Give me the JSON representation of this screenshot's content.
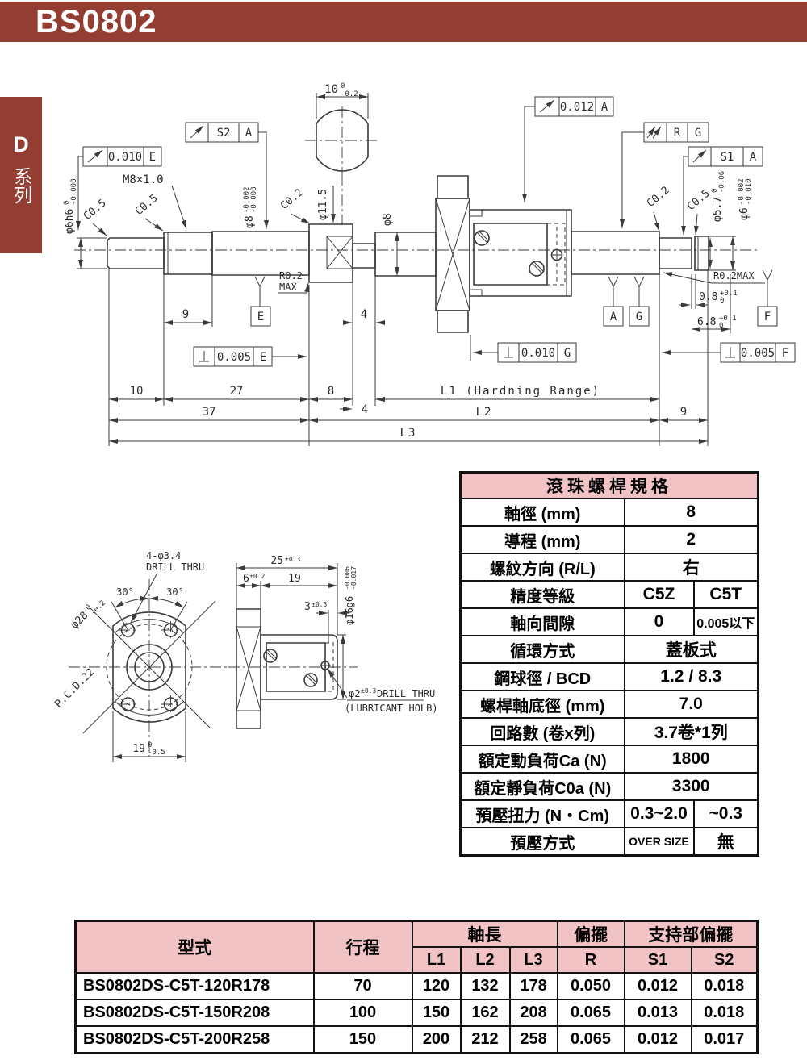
{
  "page": {
    "title": "BS0802",
    "series_tab": {
      "letter": "D",
      "text": "系列"
    }
  },
  "colors": {
    "brand_red": "#943d33",
    "table_header_pink": "#f2c3c5",
    "drawing_line": "#3a3a3a"
  },
  "main_drawing": {
    "flags": {
      "runout_e": {
        "tol": "0.010",
        "datum": "E"
      },
      "s2": {
        "label": "S2",
        "datum": "A"
      },
      "runout_a": {
        "tol": "0.012",
        "datum": "A"
      },
      "total_runout_rg": {
        "label": "R",
        "datum": "G"
      },
      "s1": {
        "label": "S1",
        "datum": "A"
      },
      "perp_e": {
        "tol": "0.005",
        "datum": "E"
      },
      "perp_g": {
        "tol": "0.010",
        "datum": "G"
      },
      "perp_f": {
        "tol": "0.005",
        "datum": "F"
      }
    },
    "labels": {
      "flats_width": {
        "v": "10",
        "tol_top": "0",
        "tol_bot": "-0.2"
      },
      "thread": "M8×1.0",
      "phi6h6": {
        "v": "φ6h6",
        "tol_top": "0",
        "tol_bot": "-0.008"
      },
      "c05_a": "C0.5",
      "c05_b": "C0.5",
      "c05_c": "C0.5",
      "c02_a": "C0.2",
      "c02_b": "C0.2",
      "phi8_tol": {
        "v": "φ8",
        "tol_top": "-0.002",
        "tol_bot": "-0.008"
      },
      "phi115": "φ11.5",
      "phi8": "φ8",
      "phi57": {
        "v": "φ5.7",
        "tol_top": "0",
        "tol_bot": "-0.06"
      },
      "phi6": {
        "v": "φ6",
        "tol_top": "-0.002",
        "tol_bot": "-0.010"
      },
      "r02_line1": "R0.2",
      "r02_line2": "MAX",
      "r02_right": "R0.2MAX",
      "len08": {
        "v": "0.8",
        "tol_top": "+0.1",
        "tol_bot": "0"
      },
      "len68": {
        "v": "6.8",
        "tol_top": "+0.1",
        "tol_bot": "0"
      }
    },
    "datums": {
      "e": "E",
      "a": "A",
      "g": "G",
      "f": "F"
    },
    "dims": {
      "d9": "9",
      "d4a": "4",
      "d10": "10",
      "d27": "27",
      "d8": "8",
      "d4b": "4",
      "l1": "L1 (Hardning Range)",
      "d37": "37",
      "l2": "L2",
      "d9r": "9",
      "l3": "L3"
    }
  },
  "detail_drawing": {
    "flange": {
      "holes_line1": "4-φ3.4",
      "holes_line2": "DRILL THRU",
      "angle_left": "30°",
      "angle_right": "30°",
      "phi28": {
        "v": "φ28",
        "tol_top": "0",
        "tol_bot": "-0.2"
      },
      "pcd": "P.C.D.22",
      "width19": {
        "v": "19",
        "tol_top": "0",
        "tol_bot": "-0.5"
      }
    },
    "nut": {
      "len25": {
        "v": "25",
        "tol": "±0.3"
      },
      "len6": {
        "v": "6",
        "tol": "±0.2"
      },
      "len19": "19",
      "len3": {
        "v": "3",
        "tol": "±0.3"
      },
      "phi16": {
        "v": "φ16g6",
        "tol_top": "-0.006",
        "tol_bot": "-0.017"
      },
      "lube_a": "φ2",
      "lube_b": "±0.3",
      "lube_c": "DRILL THRU",
      "lube_line2": "(LUBRICANT HOLB)"
    }
  },
  "spec_table": {
    "title": "滾珠螺桿規格",
    "rows": [
      {
        "label": "軸徑 (mm)",
        "value": "8"
      },
      {
        "label": "導程 (mm)",
        "value": "2"
      },
      {
        "label": "螺紋方向 (R/L)",
        "value": "右"
      },
      {
        "label": "精度等級",
        "v1": "C5Z",
        "v2": "C5T"
      },
      {
        "label": "軸向間隙",
        "v1": "0",
        "v2": "0.005以下"
      },
      {
        "label": "循環方式",
        "value": "蓋板式"
      },
      {
        "label": "鋼球徑 / BCD",
        "value": "1.2 / 8.3"
      },
      {
        "label": "螺桿軸底徑 (mm)",
        "value": "7.0"
      },
      {
        "label": "回路數 (卷x列)",
        "value": "3.7卷*1列"
      },
      {
        "label": "額定動負荷Ca  (N)",
        "value": "1800"
      },
      {
        "label": "額定靜負荷C0a  (N)",
        "value": "3300"
      },
      {
        "label": "預壓扭力  (N・Cm)",
        "v1": "0.3~2.0",
        "v2": "~0.3"
      },
      {
        "label": "預壓方式",
        "v1": "OVER SIZE",
        "v2": "無"
      }
    ]
  },
  "model_table": {
    "headers": {
      "model": "型式",
      "stroke": "行程",
      "shaft_length": "軸長",
      "runout": "偏擺",
      "support_runout": "支持部偏擺",
      "l1": "L1",
      "l2": "L2",
      "l3": "L3",
      "r": "R",
      "s1": "S1",
      "s2": "S2"
    },
    "rows": [
      [
        "BS0802DS-C5T-120R178",
        "70",
        "120",
        "132",
        "178",
        "0.050",
        "0.012",
        "0.018"
      ],
      [
        "BS0802DS-C5T-150R208",
        "100",
        "150",
        "162",
        "208",
        "0.065",
        "0.013",
        "0.018"
      ],
      [
        "BS0802DS-C5T-200R258",
        "150",
        "200",
        "212",
        "258",
        "0.065",
        "0.012",
        "0.017"
      ]
    ]
  }
}
